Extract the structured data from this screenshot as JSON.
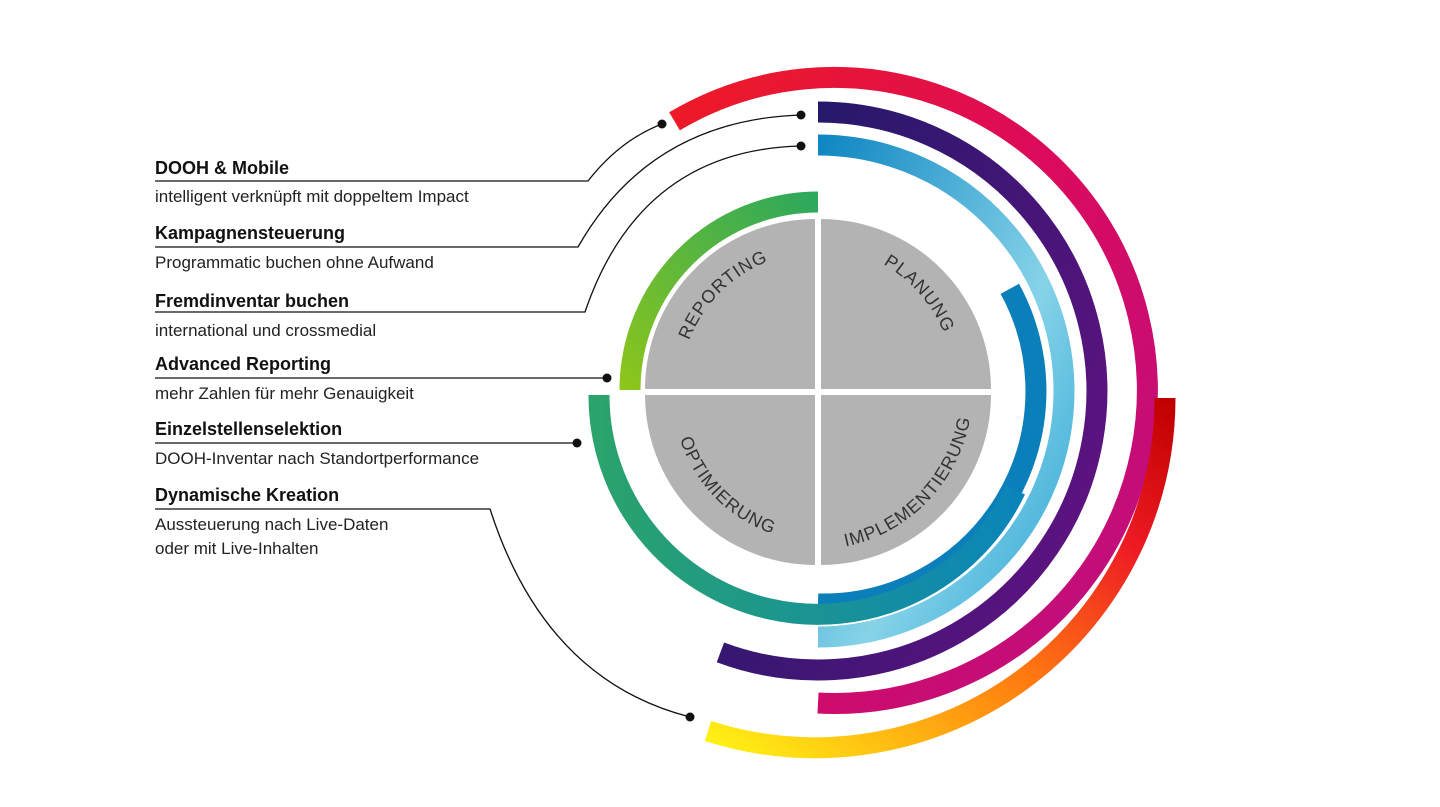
{
  "features": [
    {
      "title": "DOOH & Mobile",
      "description": [
        "intelligent verknüpft mit doppeltem Impact"
      ]
    },
    {
      "title": "Kampagnensteuerung",
      "description": [
        "Programmatic buchen ohne Aufwand"
      ]
    },
    {
      "title": "Fremdinventar buchen",
      "description": [
        "international und crossmedial"
      ]
    },
    {
      "title": "Advanced Reporting",
      "description": [
        "mehr Zahlen für mehr Genauigkeit"
      ]
    },
    {
      "title": "Einzelstellenselektion",
      "description": [
        "DOOH-Inventar nach Standortperformance"
      ]
    },
    {
      "title": "Dynamische Kreation",
      "description": [
        "Aussteuerung nach Live-Daten",
        "oder mit Live-Inhalten"
      ]
    }
  ],
  "phases": [
    {
      "label": "REPORTING"
    },
    {
      "label": "PLANUNG"
    },
    {
      "label": "IMPLEMENTIERUNG"
    },
    {
      "label": "OPTIMIERUNG"
    }
  ],
  "colors": {
    "quadrant_fill": "#b3b3b3",
    "dooh_mobile_ring": [
      "#ee1b24",
      "#c70e7e"
    ],
    "kampagnensteuerung_ring": [
      "#1f1c6b",
      "#5a157e"
    ],
    "fremdinventar_ring": [
      "#0f89c4",
      "#7fd1e6"
    ],
    "planung_ring": "#0a7fba",
    "reporting_ring": [
      "#7dc21f",
      "#2eaa5c"
    ],
    "einzelstellen_ring": [
      "#2aa26f",
      "#0b87b8"
    ],
    "dynamische_kreation_ring": [
      "#fff212",
      "#c40000"
    ]
  }
}
